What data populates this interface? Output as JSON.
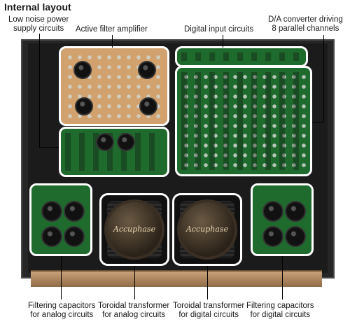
{
  "title": "Internal layout",
  "labels": {
    "low_noise_power_line1": "Low noise power",
    "low_noise_power_line2": "supply circuits",
    "active_filter": "Active filter amplifier",
    "digital_input": "Digital input circuits",
    "dac_line1": "D/A converter driving",
    "dac_line2": "8 parallel channels",
    "filter_analog_line1": "Filtering capacitors",
    "filter_analog_line2": "for analog circuits",
    "toroid_analog_line1": "Toroidal transformer",
    "toroid_analog_line2": "for analog circuits",
    "toroid_digital_line1": "Toroidal transformer",
    "toroid_digital_line2": "for digital circuits",
    "filter_digital_line1": "Filtering capacitors",
    "filter_digital_line2": "for digital circuits"
  },
  "brand": "Accuphase",
  "colors": {
    "pcb_green": "#1f6b2d",
    "pcb_gold": "#d2a26e",
    "highlight": "#ffffff"
  }
}
